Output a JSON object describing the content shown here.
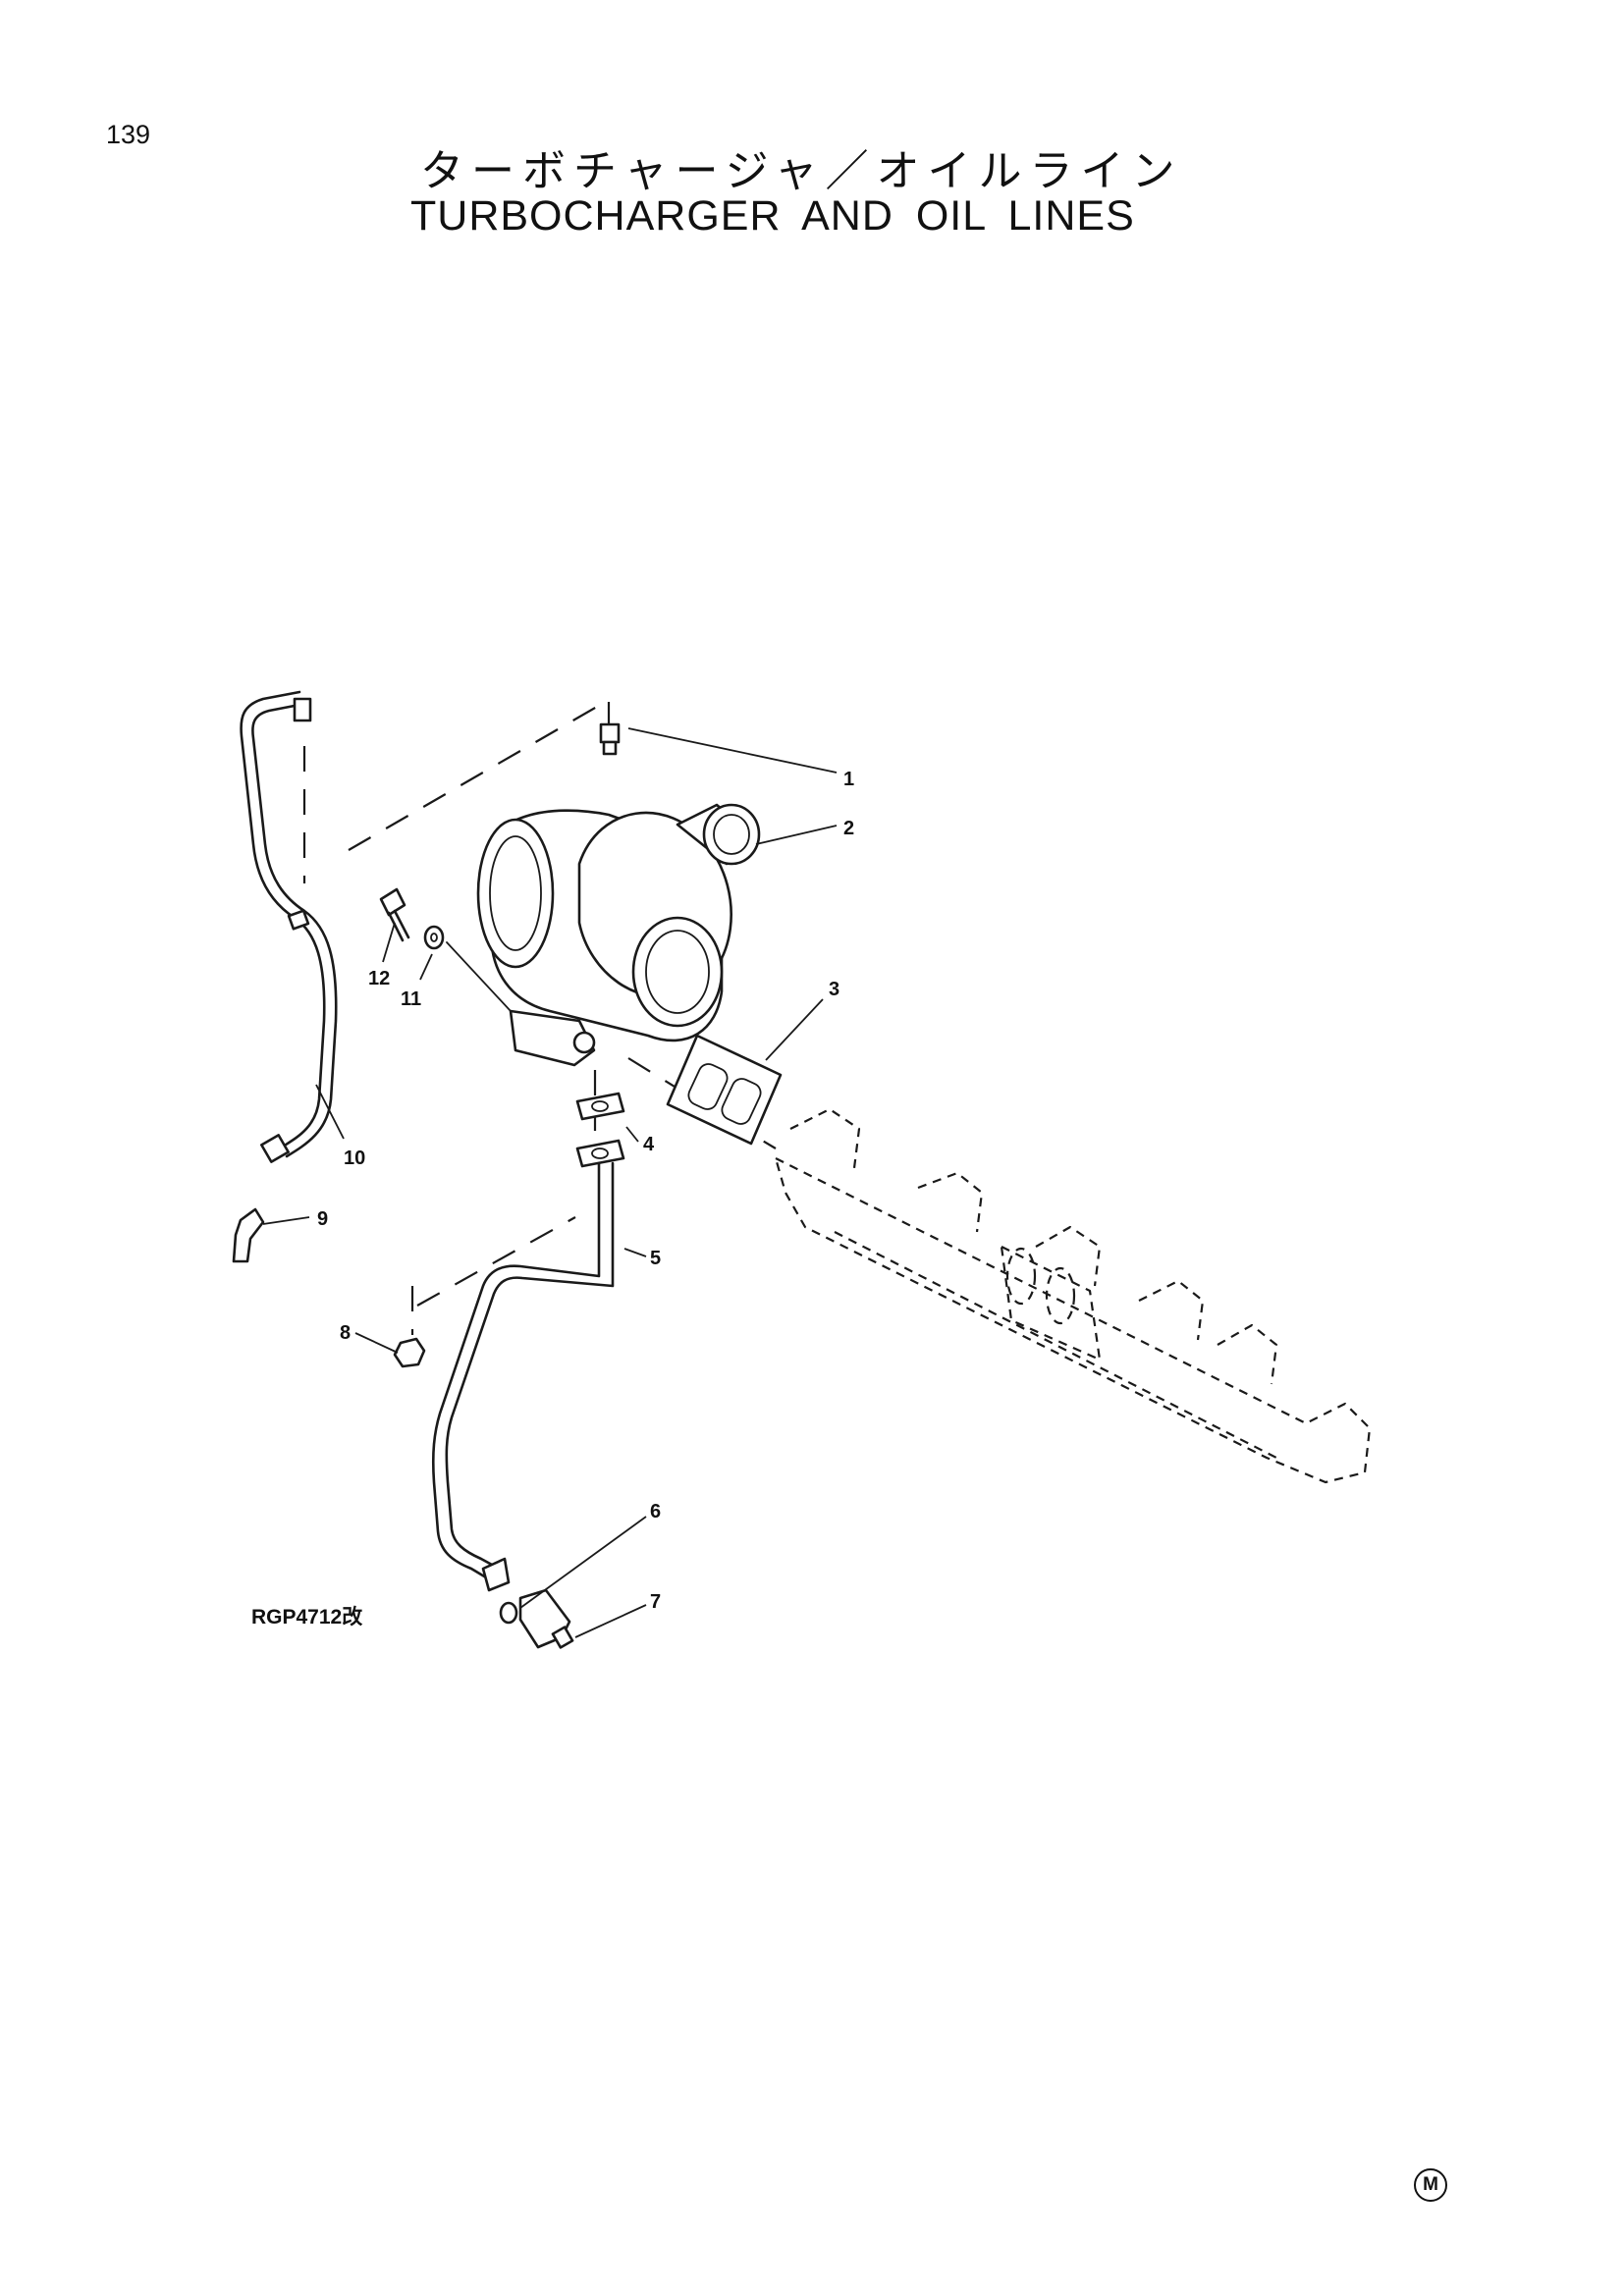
{
  "page": {
    "number": "139",
    "title_ja": "ターボチャージャ／オイルライン",
    "title_en": "TURBOCHARGER AND OIL LINES"
  },
  "diagram": {
    "reference_code": "RGP4712改",
    "callouts": [
      "1",
      "2",
      "3",
      "4",
      "5",
      "6",
      "7",
      "8",
      "9",
      "10",
      "11",
      "12"
    ]
  },
  "footer": {
    "maker_mark": "M"
  }
}
